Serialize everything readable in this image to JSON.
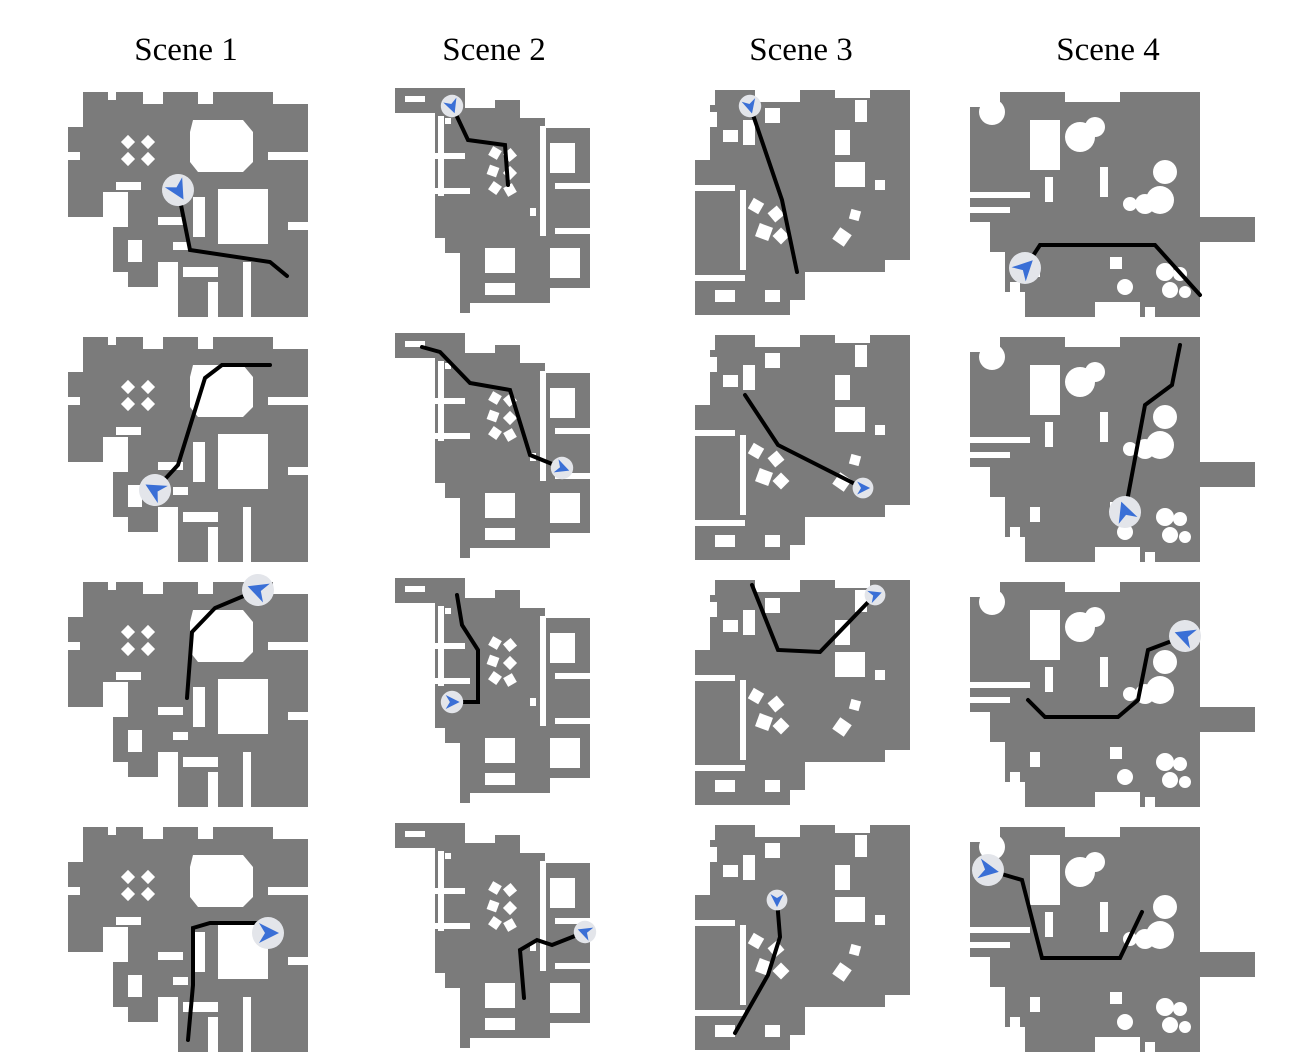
{
  "scenes": [
    {
      "title": "Scene 1"
    },
    {
      "title": "Scene 2"
    },
    {
      "title": "Scene 3"
    },
    {
      "title": "Scene 4"
    }
  ],
  "colors": {
    "map_fill": "#7b7b7b",
    "obstacle": "#ffffff",
    "path": "#000000",
    "agent": "#3a6fd6",
    "agent_halo": "#e3e5ea",
    "background": "#ffffff"
  },
  "icons": {
    "agent": "navigation-arrow-icon"
  }
}
